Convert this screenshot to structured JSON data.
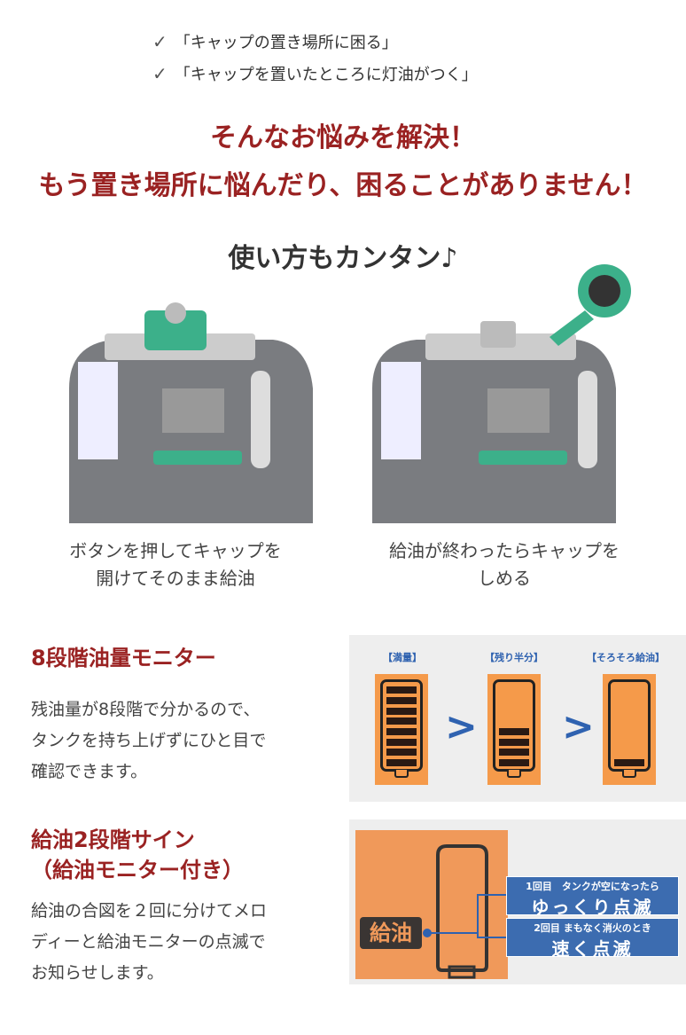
{
  "checklist": [
    "「キャップの置き場所に困る」",
    "「キャップを置いたところに灯油がつく」"
  ],
  "headline": [
    "そんなお悩みを解決！",
    "もう置き場所に悩んだり、困ることがありません！"
  ],
  "subheading": "使い方もカンタン♪",
  "steps": [
    {
      "caption": [
        "ボタンを押してキャップを",
        "開けてそのまま給油"
      ]
    },
    {
      "caption": [
        "給油が終わったらキャップを",
        "しめる"
      ]
    }
  ],
  "monitor": {
    "title": "8段階油量モニター",
    "body": [
      "残油量が8段階で分かるので、",
      "タンクを持ち上げずにひと目で",
      "確認できます。"
    ],
    "labels": [
      "【満量】",
      "【残り半分】",
      "【そろそろ給油】"
    ],
    "levels": [
      8,
      4,
      1
    ],
    "max_level": 8,
    "arrow": ">"
  },
  "sign": {
    "title": [
      "給油2段階サイン",
      "（給油モニター付き）"
    ],
    "body": [
      "給油の合図を２回に分けてメロ",
      "ディーと給油モニターの点滅で",
      "お知らせします。"
    ],
    "badge": "給油",
    "first_small": "1回目　タンクが空になったら",
    "first_big": "ゆっくり点滅",
    "second_small": "2回目 まもなく消火のとき",
    "second_big": "速く点滅"
  },
  "colors": {
    "accent_red": "#9a2222",
    "orange": "#f59a4a",
    "blue": "#3c6cb0",
    "green": "#3cb08a"
  }
}
